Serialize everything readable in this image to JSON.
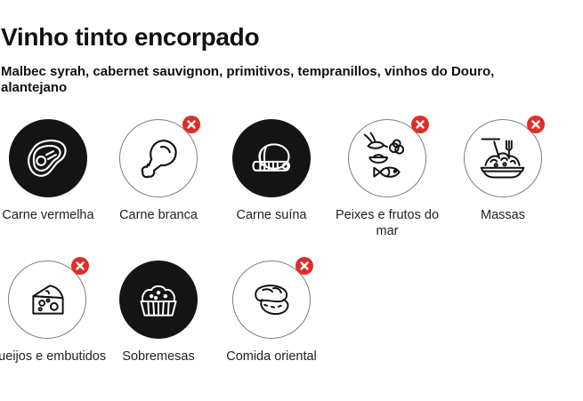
{
  "header": {
    "title": "Vinho tinto encorpado",
    "subtitle": "Malbec syrah, cabernet sauvignon, primitivos, tempranillos, vinhos do Douro, alantejano"
  },
  "colors": {
    "active_fill": "#141414",
    "inactive_border": "#7d7d7d",
    "remove_badge": "#e02d27"
  },
  "pairings": [
    {
      "label": "Carne vermelha",
      "icon": "steak-icon",
      "selected": true,
      "removable": false
    },
    {
      "label": "Carne branca",
      "icon": "chicken-leg-icon",
      "selected": false,
      "removable": true
    },
    {
      "label": "Carne suína",
      "icon": "pork-ham-icon",
      "selected": true,
      "removable": false
    },
    {
      "label": "Peixes e frutos do mar",
      "icon": "seafood-icon",
      "selected": false,
      "removable": true
    },
    {
      "label": "Massas",
      "icon": "pasta-icon",
      "selected": false,
      "removable": true
    },
    {
      "label": "Queijos e embutidos",
      "icon": "cheese-icon",
      "selected": false,
      "removable": true
    },
    {
      "label": "Sobremesas",
      "icon": "cupcake-icon",
      "selected": true,
      "removable": false
    },
    {
      "label": "Comida oriental",
      "icon": "sushi-icon",
      "selected": false,
      "removable": true
    }
  ]
}
